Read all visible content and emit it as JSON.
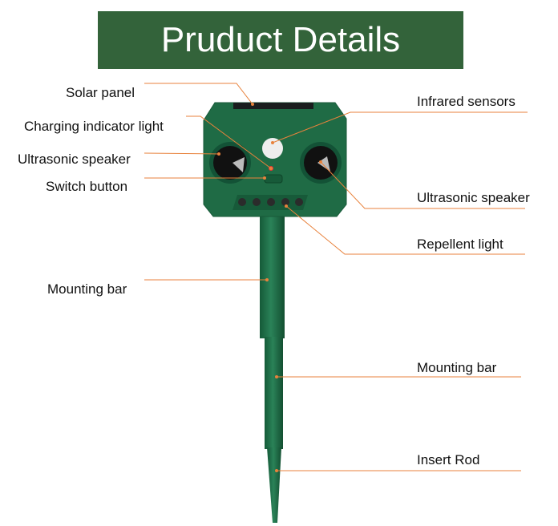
{
  "title": "Pruduct Details",
  "colors": {
    "banner": "#33633a",
    "leader": "#e8823c",
    "device": "#1f6b45"
  },
  "labels": {
    "solar_panel": "Solar panel",
    "charging_light": "Charging indicator light",
    "speaker_left": "Ultrasonic speaker",
    "switch_button": "Switch button",
    "mounting_bar_left": "Mounting bar",
    "infrared": "Infrared sensors",
    "speaker_right": "Ultrasonic speaker",
    "repellent_light": "Repellent light",
    "mounting_bar_right": "Mounting bar",
    "insert_rod": "Insert Rod"
  }
}
